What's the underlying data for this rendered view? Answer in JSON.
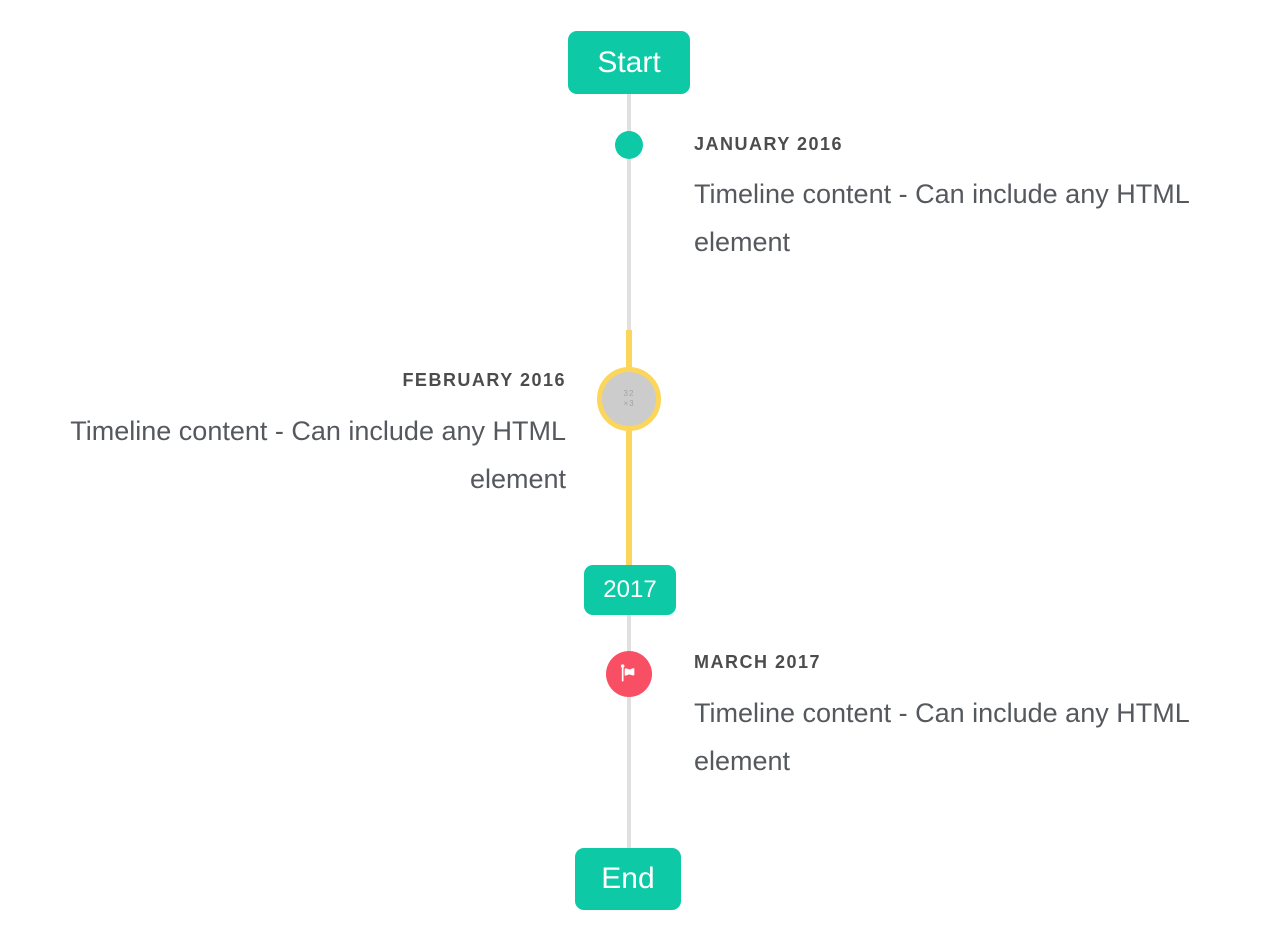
{
  "page": {
    "background": "#ffffff",
    "component": "vertical-timeline"
  },
  "timeline": {
    "colors": {
      "accent_teal": "#0dc9a6",
      "accent_pink": "#f94f64",
      "accent_yellow": "#fbd65b",
      "line_gray": "#e0e0e0",
      "heading_text": "#4c4c4c",
      "body_text": "#55595e",
      "badge_text": "#ffffff",
      "placeholder_fill": "#cccccc"
    },
    "start_badge": {
      "label": "Start"
    },
    "year_badge": {
      "label": "2017"
    },
    "end_badge": {
      "label": "End"
    },
    "entries": [
      {
        "id": "january-2016",
        "side": "right",
        "marker": "teal-dot",
        "title": "JANUARY 2016",
        "content": "Timeline content - Can include any HTML element"
      },
      {
        "id": "february-2016",
        "side": "left",
        "marker": "broken-image-placeholder",
        "placeholder_line1": "32",
        "placeholder_line2": "×3",
        "title": "FEBRUARY 2016",
        "content": "Timeline content - Can include any HTML element"
      },
      {
        "id": "march-2017",
        "side": "right",
        "marker": "flag-circle",
        "title": "MARCH 2017",
        "content": "Timeline content - Can include any HTML element"
      }
    ]
  }
}
